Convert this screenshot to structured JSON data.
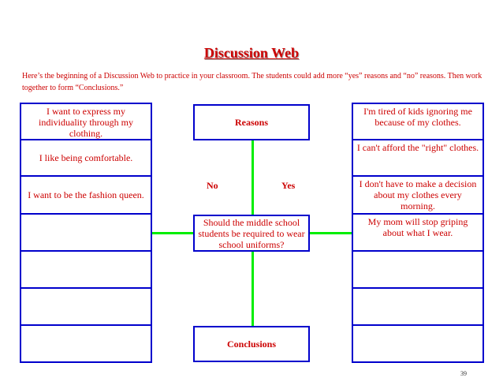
{
  "title": "Discussion Web",
  "intro": "Here’s the beginning of a Discussion Web to practice in your classroom.  The students could add more “yes” reasons and “no” reasons.  Then work together to form “Conclusions.”",
  "center": {
    "reasons_label": "Reasons",
    "no_label": "No",
    "yes_label": "Yes",
    "question": "Should the middle school students be required to wear school uniforms?",
    "conclusions_label": "Conclusions"
  },
  "no_column": [
    "I want to express my individuality through my clothing.",
    "I like being comfortable.",
    "I want to be the fashion queen.",
    "",
    "",
    "",
    ""
  ],
  "yes_column": [
    "I'm tired of kids ignoring me because of my clothes.",
    "I can't afford the \"right\" clothes.",
    "I don't have to make a decision about my clothes every morning.",
    "My mom will stop griping about what I wear.",
    "",
    "",
    ""
  ],
  "page_number": "39",
  "colors": {
    "text": "#cc0000",
    "border": "#0000cc",
    "connector": "#00ee00"
  }
}
